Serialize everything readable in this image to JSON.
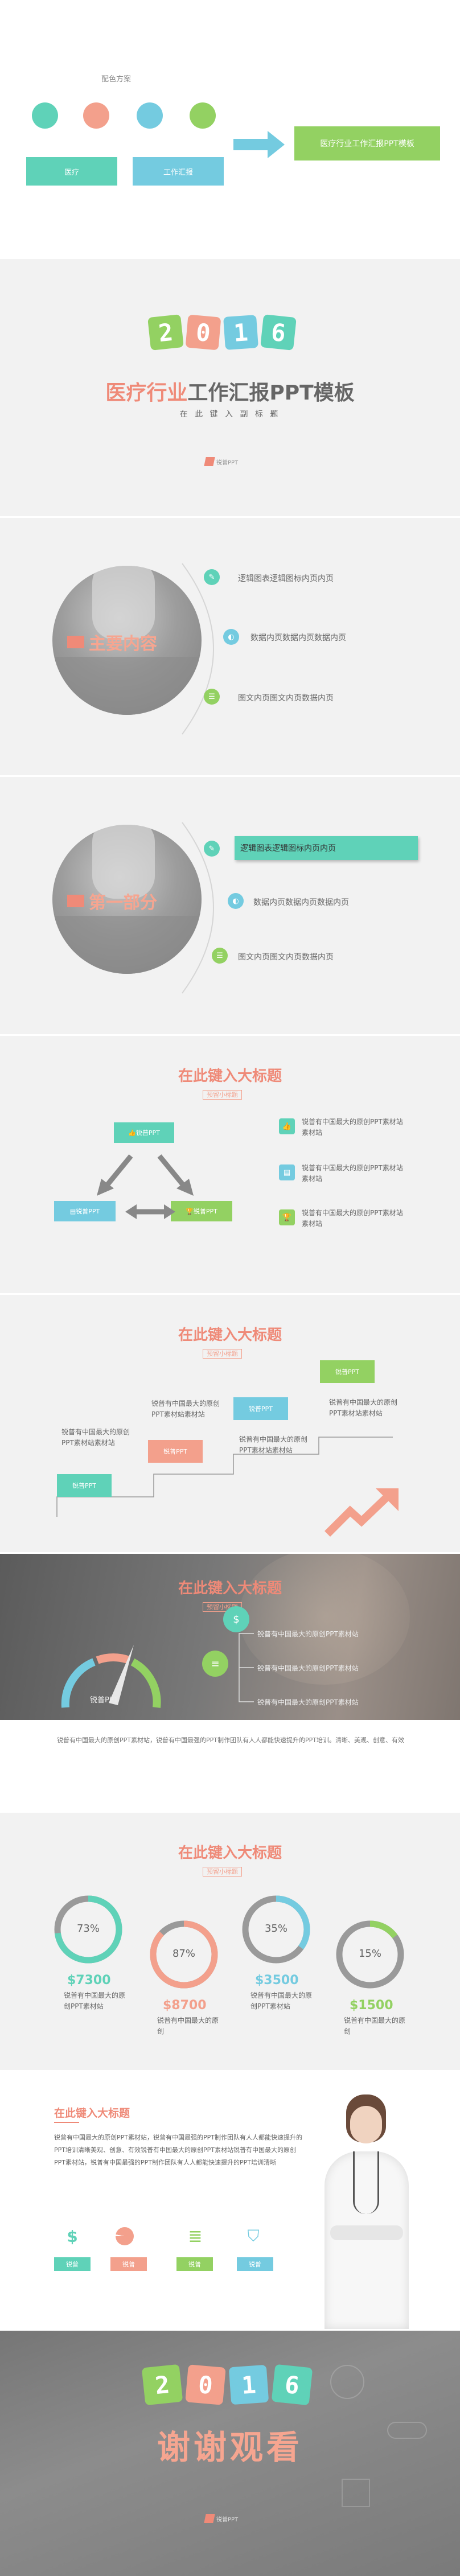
{
  "palette": {
    "label": "配色方案",
    "dots": [
      "#5fd2b8",
      "#f3a08c",
      "#74cbe0",
      "#93d162"
    ],
    "tag_left": "医疗",
    "tag_right": "工作汇报",
    "result": "医疗行业工作汇报PPT模板"
  },
  "cover": {
    "digits": [
      "2",
      "0",
      "1",
      "6"
    ],
    "title_main": "医疗行业",
    "title_rest": "工作汇报PPT模板",
    "subtitle": "在 此 键 入 副 标 题",
    "logo": "锐普PPT"
  },
  "toc": {
    "circle_label": "主要内容",
    "items": [
      "逻辑图表逻辑图标内页内页",
      "数据内页数据内页数据内页",
      "图文内页图文内页数据内页"
    ]
  },
  "section1": {
    "circle_label": "第一部分",
    "items": [
      "逻辑图表逻辑图标内页内页",
      "数据内页数据内页数据内页",
      "图文内页图文内页数据内页"
    ]
  },
  "slide5": {
    "title": "在此键入大标题",
    "subtitle": "预留小标题",
    "tag": "锐普PPT",
    "items": [
      {
        "text": "锐普有中国最大的原创PPT素材站素材站"
      },
      {
        "text": "锐普有中国最大的原创PPT素材站素材站"
      },
      {
        "text": "锐普有中国最大的原创PPT素材站素材站"
      }
    ]
  },
  "slide6": {
    "title": "在此键入大标题",
    "subtitle": "预留小标题",
    "tag": "锐普PPT",
    "text_short": "锐普有中国最大的原创PPT素材站素材站",
    "text_long": "锐普有中国最大的原创PPT素材站素材站"
  },
  "slide7": {
    "title": "在此键入大标题",
    "subtitle": "预留小标题",
    "gauge_label": "锐普PPT",
    "items": [
      "锐普有中国最大的原创PPT素材站",
      "锐普有中国最大的原创PPT素材站",
      "锐普有中国最大的原创PPT素材站"
    ],
    "paragraph": "锐普有中国最大的原创PPT素材站，锐普有中国最强的PPT制作团队有人人都能快速提升的PPT培训。清晰、美观、创意、有效"
  },
  "slide8": {
    "title": "在此键入大标题",
    "subtitle": "预留小标题",
    "donuts": [
      {
        "label": "73%",
        "value": 0.73,
        "color": "#5fd2b8",
        "amount": "$7300",
        "desc": "锐普有中国最大的原创PPT素材站"
      },
      {
        "label": "87%",
        "value": 0.87,
        "color": "#f3a08c",
        "amount": "$8700",
        "desc": "锐普有中国最大的原创"
      },
      {
        "label": "35%",
        "value": 0.35,
        "color": "#74cbe0",
        "amount": "$3500",
        "desc": "锐普有中国最大的原创PPT素材站"
      },
      {
        "label": "15%",
        "value": 0.15,
        "color": "#93d162",
        "amount": "$1500",
        "desc": "锐普有中国最大的原创"
      }
    ]
  },
  "slide9": {
    "title": "在此键入大标题",
    "paragraph": "锐普有中国最大的原创PPT素材站，锐普有中国最强的PPT制作团队有人人都能快速提升的PPT培训清晰美观、创意、有效锐普有中国最大的原创PPT素材站锐普有中国最大的原创PPT素材站，锐普有中国最强的PPT制作团队有人人都能快速提升的PPT培训清晰",
    "tags": [
      "锐普",
      "锐普",
      "锐普",
      "锐普"
    ]
  },
  "ending": {
    "digits": [
      "2",
      "0",
      "1",
      "6"
    ],
    "thanks": "谢谢观看",
    "logo": "锐普PPT"
  }
}
